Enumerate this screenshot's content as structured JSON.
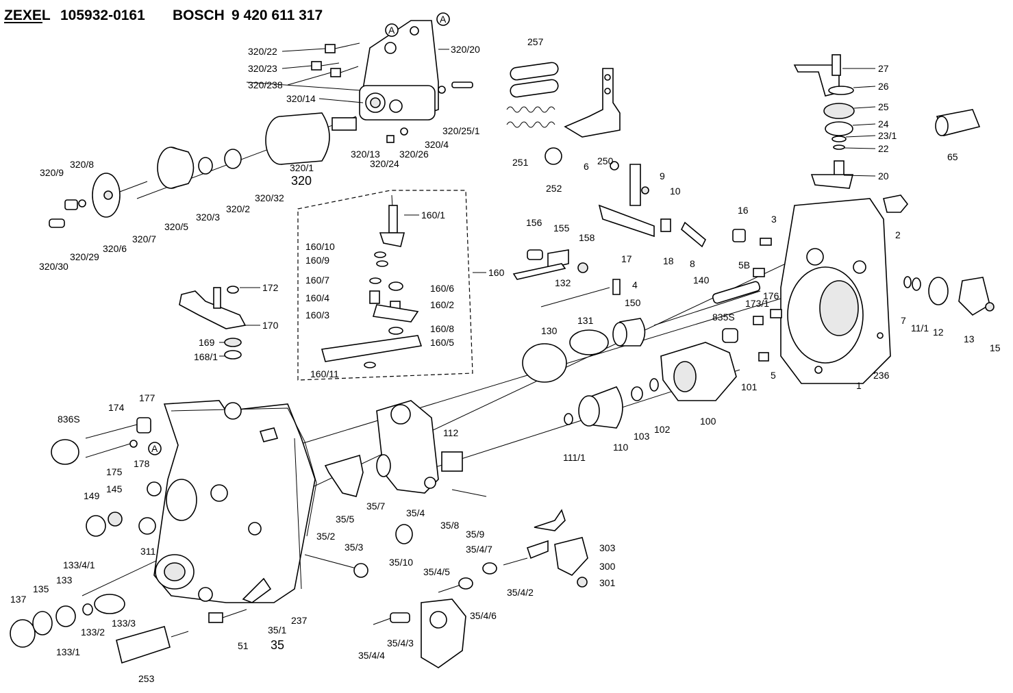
{
  "header": {
    "brand1": "ZEXEL",
    "part1": "105932-0161",
    "brand2": "BOSCH",
    "part2": "9 420 611 317"
  },
  "callouts": {
    "A_top": "A",
    "A_mid": "A",
    "A_left": "A",
    "l320_22": "320/22",
    "l320_23": "320/23",
    "l320_238": "320/238",
    "l320_14": "320/14",
    "l320_20": "320/20",
    "l320_25_1": "320/25/1",
    "l320_4": "320/4",
    "l320_13": "320/13",
    "l320_26": "320/26",
    "l320_24": "320/24",
    "l320_1": "320/1",
    "l320": "320",
    "l320_32": "320/32",
    "l320_2": "320/2",
    "l320_3": "320/3",
    "l320_5": "320/5",
    "l320_7": "320/7",
    "l320_6": "320/6",
    "l320_29": "320/29",
    "l320_30": "320/30",
    "l320_9": "320/9",
    "l320_8": "320/8",
    "l257": "257",
    "l251": "251",
    "l252": "252",
    "l250": "250",
    "l27": "27",
    "l26": "26",
    "l25": "25",
    "l24": "24",
    "l23_1": "23/1",
    "l22": "22",
    "l20": "20",
    "l65": "65",
    "l9": "9",
    "l6": "6",
    "l10": "10",
    "l160_1": "160/1",
    "l160_10": "160/10",
    "l160_9": "160/9",
    "l160_7": "160/7",
    "l160_6": "160/6",
    "l160_4": "160/4",
    "l160_2": "160/2",
    "l160_3": "160/3",
    "l160_8": "160/8",
    "l160_5": "160/5",
    "l160_11": "160/11",
    "l160": "160",
    "l156": "156",
    "l155": "155",
    "l158": "158",
    "l132": "132",
    "l4": "4",
    "l17": "17",
    "l18": "18",
    "l8": "8",
    "l16": "16",
    "l3": "3",
    "l2": "2",
    "l5B": "5B",
    "l140": "140",
    "l150": "150",
    "l131": "131",
    "l130": "130",
    "l173_1": "173/1",
    "l176": "176",
    "l835S": "835S",
    "l7": "7",
    "l11_1": "11/1",
    "l12": "12",
    "l13": "13",
    "l15": "15",
    "l101": "101",
    "l5": "5",
    "l1": "1",
    "l236": "236",
    "l100": "100",
    "l102": "102",
    "l103": "103",
    "l110": "110",
    "l111_1": "111/1",
    "l112": "112",
    "l172": "172",
    "l170": "170",
    "l169": "169",
    "l168_1": "168/1",
    "l836S": "836S",
    "l174": "174",
    "l177": "177",
    "l175": "175",
    "l178": "178",
    "l149": "149",
    "l145": "145",
    "l311": "311",
    "l35_5": "35/5",
    "l35_7": "35/7",
    "l35_4": "35/4",
    "l35_8": "35/8",
    "l35_9": "35/9",
    "l35_2": "35/2",
    "l35_3": "35/3",
    "l35_10": "35/10",
    "l35_4_7": "35/4/7",
    "l35_4_5": "35/4/5",
    "l35_4_2": "35/4/2",
    "l35_4_6": "35/4/6",
    "l35_4_3": "35/4/3",
    "l35_4_4": "35/4/4",
    "l303": "303",
    "l300": "300",
    "l301": "301",
    "l133_4_1": "133/4/1",
    "l133": "133",
    "l137": "137",
    "l135": "135",
    "l133_2": "133/2",
    "l133_3": "133/3",
    "l133_1": "133/1",
    "l51": "51",
    "l35_1": "35/1",
    "l35": "35",
    "l237": "237",
    "l253": "253"
  }
}
